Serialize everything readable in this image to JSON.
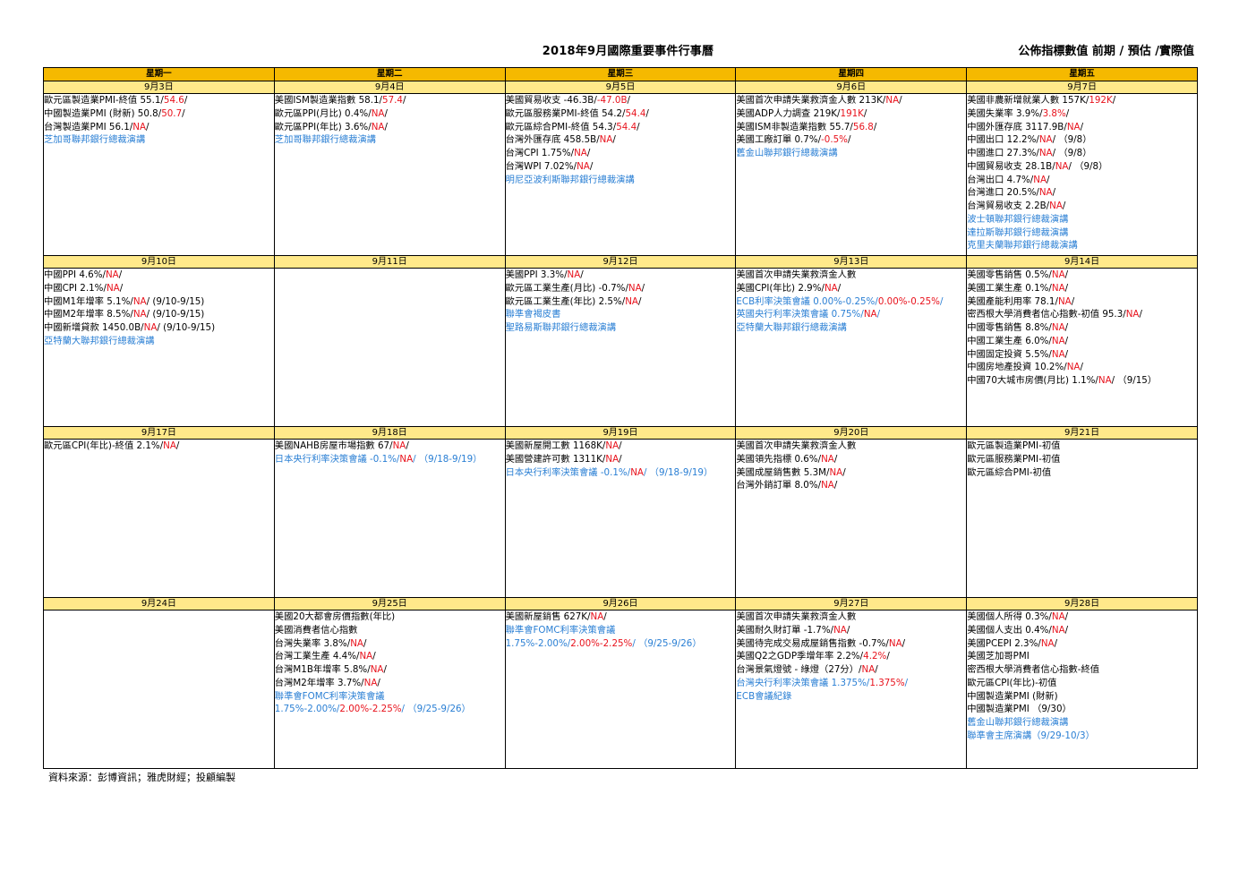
{
  "title": "2018年9月國際重要事件行事曆",
  "legend": "公佈指標數值  前期 / 預估 /實際值",
  "weekdays": [
    "星期一",
    "星期二",
    "星期三",
    "星期四",
    "星期五"
  ],
  "weeks": [
    {
      "dates": [
        "9月3日",
        "9月4日",
        "9月5日",
        "9月6日",
        "9月7日"
      ],
      "cells": [
        [
          [
            {
              "t": "歐元區製造業PMI-終值 55.1/"
            },
            {
              "t": "54.6",
              "c": "red"
            },
            {
              "t": "/"
            }
          ],
          [
            {
              "t": "中國製造業PMI (財新) 50.8/"
            },
            {
              "t": "50.7",
              "c": "red"
            },
            {
              "t": "/"
            }
          ],
          [
            {
              "t": "台灣製造業PMI 56.1/"
            },
            {
              "t": "NA",
              "c": "red"
            },
            {
              "t": "/"
            }
          ],
          [
            {
              "t": "芝加哥聯邦銀行總裁演講",
              "c": "blue"
            }
          ]
        ],
        [
          [
            {
              "t": "美國ISM製造業指數 58.1/"
            },
            {
              "t": "57.4",
              "c": "red"
            },
            {
              "t": "/"
            }
          ],
          [
            {
              "t": "歐元區PPI(月比) 0.4%/"
            },
            {
              "t": "NA",
              "c": "red"
            },
            {
              "t": "/"
            }
          ],
          [
            {
              "t": "歐元區PPI(年比) 3.6%/"
            },
            {
              "t": "NA",
              "c": "red"
            },
            {
              "t": "/"
            }
          ],
          [
            {
              "t": "芝加哥聯邦銀行總裁演講",
              "c": "blue"
            }
          ]
        ],
        [
          [
            {
              "t": "美國貿易收支 -46.3B/"
            },
            {
              "t": "-47.0B",
              "c": "red"
            },
            {
              "t": "/"
            }
          ],
          [
            {
              "t": "歐元區服務業PMI-終值 54.2/"
            },
            {
              "t": "54.4",
              "c": "red"
            },
            {
              "t": "/"
            }
          ],
          [
            {
              "t": "歐元區綜合PMI-終值 54.3/"
            },
            {
              "t": "54.4",
              "c": "red"
            },
            {
              "t": "/"
            }
          ],
          [
            {
              "t": "台灣外匯存底 458.5B/"
            },
            {
              "t": "NA",
              "c": "red"
            },
            {
              "t": "/"
            }
          ],
          [
            {
              "t": "台灣CPI 1.75%/"
            },
            {
              "t": "NA",
              "c": "red"
            },
            {
              "t": "/"
            }
          ],
          [
            {
              "t": "台灣WPI 7.02%/"
            },
            {
              "t": "NA",
              "c": "red"
            },
            {
              "t": "/"
            }
          ],
          [
            {
              "t": "明尼亞波利斯聯邦銀行總裁演講",
              "c": "blue"
            }
          ]
        ],
        [
          [
            {
              "t": "美國首次申請失業救濟金人數 213K/"
            },
            {
              "t": "NA",
              "c": "red"
            },
            {
              "t": "/"
            }
          ],
          [
            {
              "t": "美國ADP人力調查 219K/"
            },
            {
              "t": "191K",
              "c": "red"
            },
            {
              "t": "/"
            }
          ],
          [
            {
              "t": "美國ISM非製造業指數 55.7/"
            },
            {
              "t": "56.8",
              "c": "red"
            },
            {
              "t": "/"
            }
          ],
          [
            {
              "t": "美國工廠訂單 0.7%/"
            },
            {
              "t": "-0.5%",
              "c": "red"
            },
            {
              "t": "/"
            }
          ],
          [
            {
              "t": "舊金山聯邦銀行總裁演講",
              "c": "blue"
            }
          ]
        ],
        [
          [
            {
              "t": "美國非農新增就業人數 157K/"
            },
            {
              "t": "192K",
              "c": "red"
            },
            {
              "t": "/"
            }
          ],
          [
            {
              "t": "美國失業率 3.9%/"
            },
            {
              "t": "3.8%",
              "c": "red"
            },
            {
              "t": "/"
            }
          ],
          [
            {
              "t": "中國外匯存底 3117.9B/"
            },
            {
              "t": "NA",
              "c": "red"
            },
            {
              "t": "/"
            }
          ],
          [
            {
              "t": "中國出口 12.2%/"
            },
            {
              "t": "NA",
              "c": "red"
            },
            {
              "t": "/  （9/8）"
            }
          ],
          [
            {
              "t": "中國進口 27.3%/"
            },
            {
              "t": "NA",
              "c": "red"
            },
            {
              "t": "/  （9/8）"
            }
          ],
          [
            {
              "t": "中國貿易收支 28.1B/"
            },
            {
              "t": "NA",
              "c": "red"
            },
            {
              "t": "/ （9/8）"
            }
          ],
          [
            {
              "t": "台灣出口 4.7%/"
            },
            {
              "t": "NA",
              "c": "red"
            },
            {
              "t": "/"
            }
          ],
          [
            {
              "t": "台灣進口 20.5%/"
            },
            {
              "t": "NA",
              "c": "red"
            },
            {
              "t": "/"
            }
          ],
          [
            {
              "t": "台灣貿易收支 2.2B/"
            },
            {
              "t": "NA",
              "c": "red"
            },
            {
              "t": "/"
            }
          ],
          [
            {
              "t": "波士頓聯邦銀行總裁演講",
              "c": "blue"
            }
          ],
          [
            {
              "t": "達拉斯聯邦銀行總裁演講",
              "c": "blue"
            }
          ],
          [
            {
              "t": "克里夫蘭聯邦銀行總裁演講",
              "c": "blue"
            }
          ]
        ]
      ]
    },
    {
      "dates": [
        "9月10日",
        "9月11日",
        "9月12日",
        "9月13日",
        "9月14日"
      ],
      "cells": [
        [
          [
            {
              "t": "中國PPI 4.6%/"
            },
            {
              "t": "NA",
              "c": "red"
            },
            {
              "t": "/"
            }
          ],
          [
            {
              "t": "中國CPI 2.1%/"
            },
            {
              "t": "NA",
              "c": "red"
            },
            {
              "t": "/"
            }
          ],
          [
            {
              "t": "中國M1年增率 5.1%/"
            },
            {
              "t": "NA",
              "c": "red"
            },
            {
              "t": "/ (9/10-9/15)"
            }
          ],
          [
            {
              "t": "中國M2年增率 8.5%/"
            },
            {
              "t": "NA",
              "c": "red"
            },
            {
              "t": "/ (9/10-9/15)"
            }
          ],
          [
            {
              "t": "中國新增貸款 1450.0B/"
            },
            {
              "t": "NA",
              "c": "red"
            },
            {
              "t": "/ (9/10-9/15)"
            }
          ],
          [
            {
              "t": "亞特蘭大聯邦銀行總裁演講",
              "c": "blue"
            }
          ]
        ],
        [],
        [
          [
            {
              "t": "美國PPI 3.3%/"
            },
            {
              "t": "NA",
              "c": "red"
            },
            {
              "t": "/"
            }
          ],
          [
            {
              "t": "歐元區工業生產(月比) -0.7%/"
            },
            {
              "t": "NA",
              "c": "red"
            },
            {
              "t": "/"
            }
          ],
          [
            {
              "t": "歐元區工業生產(年比) 2.5%/"
            },
            {
              "t": "NA",
              "c": "red"
            },
            {
              "t": "/"
            }
          ],
          [
            {
              "t": "聯準會褐皮書",
              "c": "blue"
            }
          ],
          [
            {
              "t": "聖路易斯聯邦銀行總裁演講",
              "c": "blue"
            }
          ]
        ],
        [
          [
            {
              "t": "美國首次申請失業救濟金人數"
            }
          ],
          [
            {
              "t": "美國CPI(年比) 2.9%/"
            },
            {
              "t": "NA",
              "c": "red"
            },
            {
              "t": "/"
            }
          ],
          [
            {
              "t": "ECB利率決策會議 0.00%-0.25%/",
              "c": "blue"
            },
            {
              "t": "0.00%-0.25%",
              "c": "red"
            },
            {
              "t": "/",
              "c": "blue"
            }
          ],
          [
            {
              "t": "英國央行利率決策會議 0.75%/",
              "c": "blue"
            },
            {
              "t": "NA",
              "c": "red"
            },
            {
              "t": "/",
              "c": "blue"
            }
          ],
          [
            {
              "t": "亞特蘭大聯邦銀行總裁演講",
              "c": "blue"
            }
          ]
        ],
        [
          [
            {
              "t": "美國零售銷售 0.5%/"
            },
            {
              "t": "NA",
              "c": "red"
            },
            {
              "t": "/"
            }
          ],
          [
            {
              "t": "美國工業生產 0.1%/"
            },
            {
              "t": "NA",
              "c": "red"
            },
            {
              "t": "/"
            }
          ],
          [
            {
              "t": "美國產能利用率 78.1/"
            },
            {
              "t": "NA",
              "c": "red"
            },
            {
              "t": "/"
            }
          ],
          [
            {
              "t": "密西根大學消費者信心指數-初值 95.3/"
            },
            {
              "t": "NA",
              "c": "red"
            },
            {
              "t": "/"
            }
          ],
          [
            {
              "t": "中國零售銷售 8.8%/"
            },
            {
              "t": "NA",
              "c": "red"
            },
            {
              "t": "/"
            }
          ],
          [
            {
              "t": "中國工業生產 6.0%/"
            },
            {
              "t": "NA",
              "c": "red"
            },
            {
              "t": "/"
            }
          ],
          [
            {
              "t": "中國固定投資 5.5%/"
            },
            {
              "t": "NA",
              "c": "red"
            },
            {
              "t": "/"
            }
          ],
          [
            {
              "t": "中國房地產投資 10.2%/"
            },
            {
              "t": "NA",
              "c": "red"
            },
            {
              "t": "/"
            }
          ],
          [
            {
              "t": "中國70大城市房價(月比) 1.1%/"
            },
            {
              "t": "NA",
              "c": "red"
            },
            {
              "t": "/  （9/15）"
            }
          ]
        ]
      ]
    },
    {
      "dates": [
        "9月17日",
        "9月18日",
        "9月19日",
        "9月20日",
        "9月21日"
      ],
      "cells": [
        [
          [
            {
              "t": "歐元區CPI(年比)-終值 2.1%/"
            },
            {
              "t": "NA",
              "c": "red"
            },
            {
              "t": "/"
            }
          ]
        ],
        [
          [
            {
              "t": "美國NAHB房屋市場指數 67/"
            },
            {
              "t": "NA",
              "c": "red"
            },
            {
              "t": "/"
            }
          ],
          [
            {
              "t": "日本央行利率決策會議 -0.1%/",
              "c": "blue"
            },
            {
              "t": "NA",
              "c": "red"
            },
            {
              "t": "/ （9/18-9/19）",
              "c": "blue"
            }
          ]
        ],
        [
          [
            {
              "t": "美國新屋開工數 1168K/"
            },
            {
              "t": "NA",
              "c": "red"
            },
            {
              "t": "/"
            }
          ],
          [
            {
              "t": "美國營建許可數 1311K/"
            },
            {
              "t": "NA",
              "c": "red"
            },
            {
              "t": "/"
            }
          ],
          [
            {
              "t": "日本央行利率決策會議 -0.1%/",
              "c": "blue"
            },
            {
              "t": "NA",
              "c": "red"
            },
            {
              "t": "/ （9/18-9/19）",
              "c": "blue"
            }
          ]
        ],
        [
          [
            {
              "t": "美國首次申請失業救濟金人數"
            }
          ],
          [
            {
              "t": "美國領先指標 0.6%/"
            },
            {
              "t": "NA",
              "c": "red"
            },
            {
              "t": "/"
            }
          ],
          [
            {
              "t": "美國成屋銷售數 5.3M/"
            },
            {
              "t": "NA",
              "c": "red"
            },
            {
              "t": "/"
            }
          ],
          [
            {
              "t": "台灣外銷訂單 8.0%/"
            },
            {
              "t": "NA",
              "c": "red"
            },
            {
              "t": "/"
            }
          ]
        ],
        [
          [
            {
              "t": "歐元區製造業PMI-初值"
            }
          ],
          [
            {
              "t": "歐元區服務業PMI-初值"
            }
          ],
          [
            {
              "t": "歐元區綜合PMI-初值"
            }
          ]
        ]
      ]
    },
    {
      "dates": [
        "9月24日",
        "9月25日",
        "9月26日",
        "9月27日",
        "9月28日"
      ],
      "cells": [
        [],
        [
          [
            {
              "t": "美國20大都會房價指數(年比)"
            }
          ],
          [
            {
              "t": "美國消費者信心指數"
            }
          ],
          [
            {
              "t": "台灣失業率 3.8%/"
            },
            {
              "t": "NA",
              "c": "red"
            },
            {
              "t": "/"
            }
          ],
          [
            {
              "t": "台灣工業生產 4.4%/"
            },
            {
              "t": "NA",
              "c": "red"
            },
            {
              "t": "/"
            }
          ],
          [
            {
              "t": "台灣M1B年增率 5.8%/"
            },
            {
              "t": "NA",
              "c": "red"
            },
            {
              "t": "/"
            }
          ],
          [
            {
              "t": "台灣M2年增率 3.7%/"
            },
            {
              "t": "NA",
              "c": "red"
            },
            {
              "t": "/"
            }
          ],
          {
            "wrap": true,
            "segs": [
              {
                "t": "聯準會FOMC利率決策會議 1.75%-2.00%/",
                "c": "blue"
              },
              {
                "t": "2.00%-2.25%",
                "c": "red"
              },
              {
                "t": "/ （9/25-9/26）",
                "c": "blue"
              }
            ]
          }
        ],
        [
          [
            {
              "t": "美國新屋銷售 627K/"
            },
            {
              "t": "NA",
              "c": "red"
            },
            {
              "t": "/"
            }
          ],
          {
            "wrap": true,
            "segs": [
              {
                "t": "聯準會FOMC利率決策會議 1.75%-2.00%/",
                "c": "blue"
              },
              {
                "t": "2.00%-2.25%",
                "c": "red"
              },
              {
                "t": "/ （9/25-9/26）",
                "c": "blue"
              }
            ]
          }
        ],
        [
          [
            {
              "t": "美國首次申請失業救濟金人數"
            }
          ],
          [
            {
              "t": "美國耐久財訂單 -1.7%/"
            },
            {
              "t": "NA",
              "c": "red"
            },
            {
              "t": "/"
            }
          ],
          [
            {
              "t": "美國待完成交易成屋銷售指數 -0.7%/"
            },
            {
              "t": "NA",
              "c": "red"
            },
            {
              "t": "/"
            }
          ],
          [
            {
              "t": "美國Q2之GDP季增年率 2.2%/"
            },
            {
              "t": "4.2%",
              "c": "red"
            },
            {
              "t": "/"
            }
          ],
          [
            {
              "t": "台灣景氣燈號 - 綠燈（27分）/"
            },
            {
              "t": "NA",
              "c": "red"
            },
            {
              "t": "/"
            }
          ],
          [
            {
              "t": "台灣央行利率決策會議 1.375%/",
              "c": "blue"
            },
            {
              "t": "1.375%",
              "c": "red"
            },
            {
              "t": "/",
              "c": "blue"
            }
          ],
          [
            {
              "t": "ECB會議紀錄",
              "c": "blue"
            }
          ]
        ],
        [
          [
            {
              "t": "美國個人所得 0.3%/"
            },
            {
              "t": "NA",
              "c": "red"
            },
            {
              "t": "/"
            }
          ],
          [
            {
              "t": "美國個人支出 0.4%/"
            },
            {
              "t": "NA",
              "c": "red"
            },
            {
              "t": "/"
            }
          ],
          [
            {
              "t": "美國PCEPI 2.3%/"
            },
            {
              "t": "NA",
              "c": "red"
            },
            {
              "t": "/"
            }
          ],
          [
            {
              "t": "美國芝加哥PMI"
            }
          ],
          [
            {
              "t": "密西根大學消費者信心指數-終值"
            }
          ],
          [
            {
              "t": "歐元區CPI(年比)-初值"
            }
          ],
          [
            {
              "t": "中國製造業PMI (財新)"
            }
          ],
          [
            {
              "t": "中國製造業PMI  （9/30）"
            }
          ],
          [
            {
              "t": "舊金山聯邦銀行總裁演講",
              "c": "blue"
            }
          ],
          [
            {
              "t": "聯準會主席演講（9/29-10/3）",
              "c": "blue"
            }
          ]
        ]
      ]
    }
  ],
  "source_note": "資料來源：彭博資訊；雅虎財經；投顧編製",
  "colors": {
    "weekday_header_bg": "#f5b900",
    "date_row_bg": "#ffe98a",
    "event_blue": "#2a7fd4",
    "value_red": "#e8121c"
  }
}
